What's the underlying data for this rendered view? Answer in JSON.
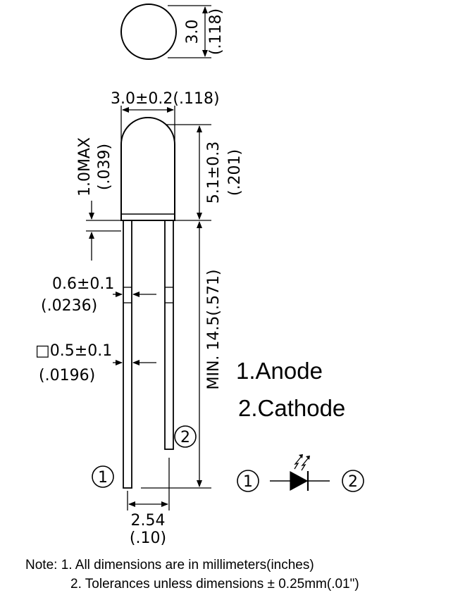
{
  "dimensions": {
    "top_diameter": "3.0",
    "top_diameter_in": "(.118)",
    "body_diameter": "3.0±0.2(.118)",
    "lens_height": "5.1±0.3",
    "lens_height_in": "(.201)",
    "flange_max": "1.0MAX",
    "flange_max_in": "(.039)",
    "lead_width": "0.6±0.1",
    "lead_width_in": "(.0236)",
    "lead_square": "□0.5±0.1",
    "lead_square_in": "(.0196)",
    "lead_length": "MIN. 14.5(.571)",
    "pitch": "2.54",
    "pitch_in": "(.10)"
  },
  "pins": {
    "anode": "1.Anode",
    "cathode": "2.Cathode",
    "pin1_marker": "1",
    "pin2_marker": "2"
  },
  "schematic": {
    "left_marker": "1",
    "right_marker": "2",
    "symbol": "led-diode-symbol"
  },
  "notes": {
    "line1": "Note: 1. All dimensions are in millimeters(inches)",
    "line2": "2. Tolerances unless dimensions ± 0.25mm(.01\")"
  }
}
